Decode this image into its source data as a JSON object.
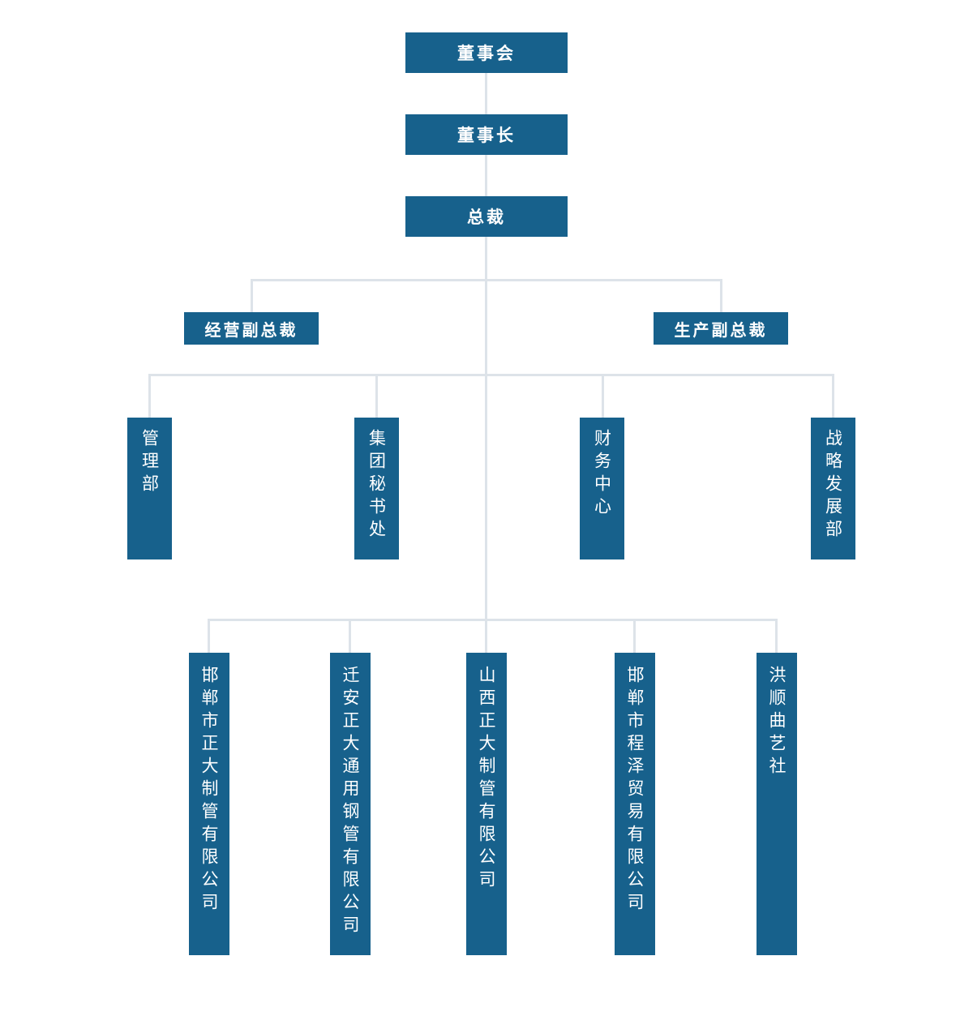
{
  "colors": {
    "box_fill": "#17618c",
    "box_text": "#ffffff",
    "connector": "#dde3e9",
    "background": "#ffffff"
  },
  "org_chart": {
    "board": "董事会",
    "chairman": "董事长",
    "president": "总裁",
    "vice_presidents": [
      "经营副总裁",
      "生产副总裁"
    ],
    "departments": [
      "管理部",
      "集团秘书处",
      "财务中心",
      "战略发展部"
    ],
    "subsidiaries": [
      "邯郸市正大制管有限公司",
      "迁安正大通用钢管有限公司",
      "山西正大制管有限公司",
      "邯郸市程泽贸易有限公司",
      "洪顺曲艺社"
    ]
  }
}
